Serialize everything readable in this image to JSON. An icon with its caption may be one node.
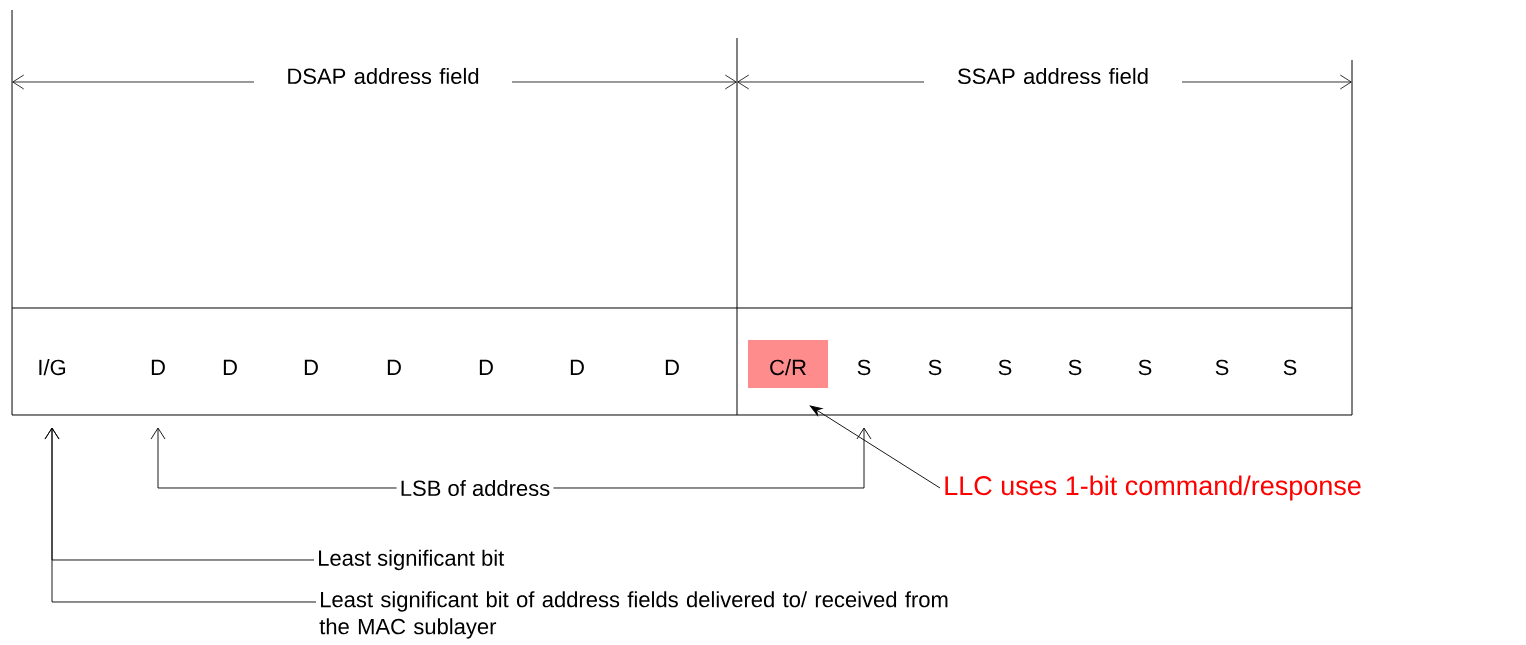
{
  "diagram": {
    "nodes": [
      {
        "text": [
          "I/G"
        ]
      },
      {
        "text": [
          "D"
        ]
      },
      {
        "text": [
          "D"
        ]
      },
      {
        "text": [
          "D"
        ]
      },
      {
        "text": [
          "D"
        ]
      },
      {
        "text": [
          "D"
        ]
      },
      {
        "text": [
          "D"
        ]
      },
      {
        "text": [
          "D"
        ]
      },
      {
        "text": [
          "C/R"
        ]
      },
      {
        "text": [
          "S"
        ]
      },
      {
        "text": [
          "S"
        ]
      },
      {
        "text": [
          "S"
        ]
      },
      {
        "text": [
          "S"
        ]
      },
      {
        "text": [
          "S"
        ]
      },
      {
        "text": [
          "S"
        ]
      },
      {
        "text": [
          "S"
        ]
      },
      {
        "text": [
          "LSB of address"
        ]
      },
      {
        "text": [
          "LLC uses 1-bit command/response"
        ]
      },
      {
        "text": [
          "Least significant bit"
        ]
      },
      {
        "text": [
          "Least significant bit of address fields delivered to/ received from the MAC sublayer"
        ]
      }
    ],
    "edges": [
      {
        "from": 16,
        "to": 1,
        "arrow": "to"
      },
      {
        "from": 16,
        "to": 9,
        "arrow": "to"
      },
      {
        "from": 17,
        "to": 8,
        "arrow": "to"
      },
      {
        "from": 18,
        "to": 0,
        "arrow": "to"
      },
      {
        "from": 19,
        "to": 0,
        "arrow": "to"
      }
    ],
    "labels": [
      "DSAP address field",
      "SSAP address field"
    ]
  }
}
